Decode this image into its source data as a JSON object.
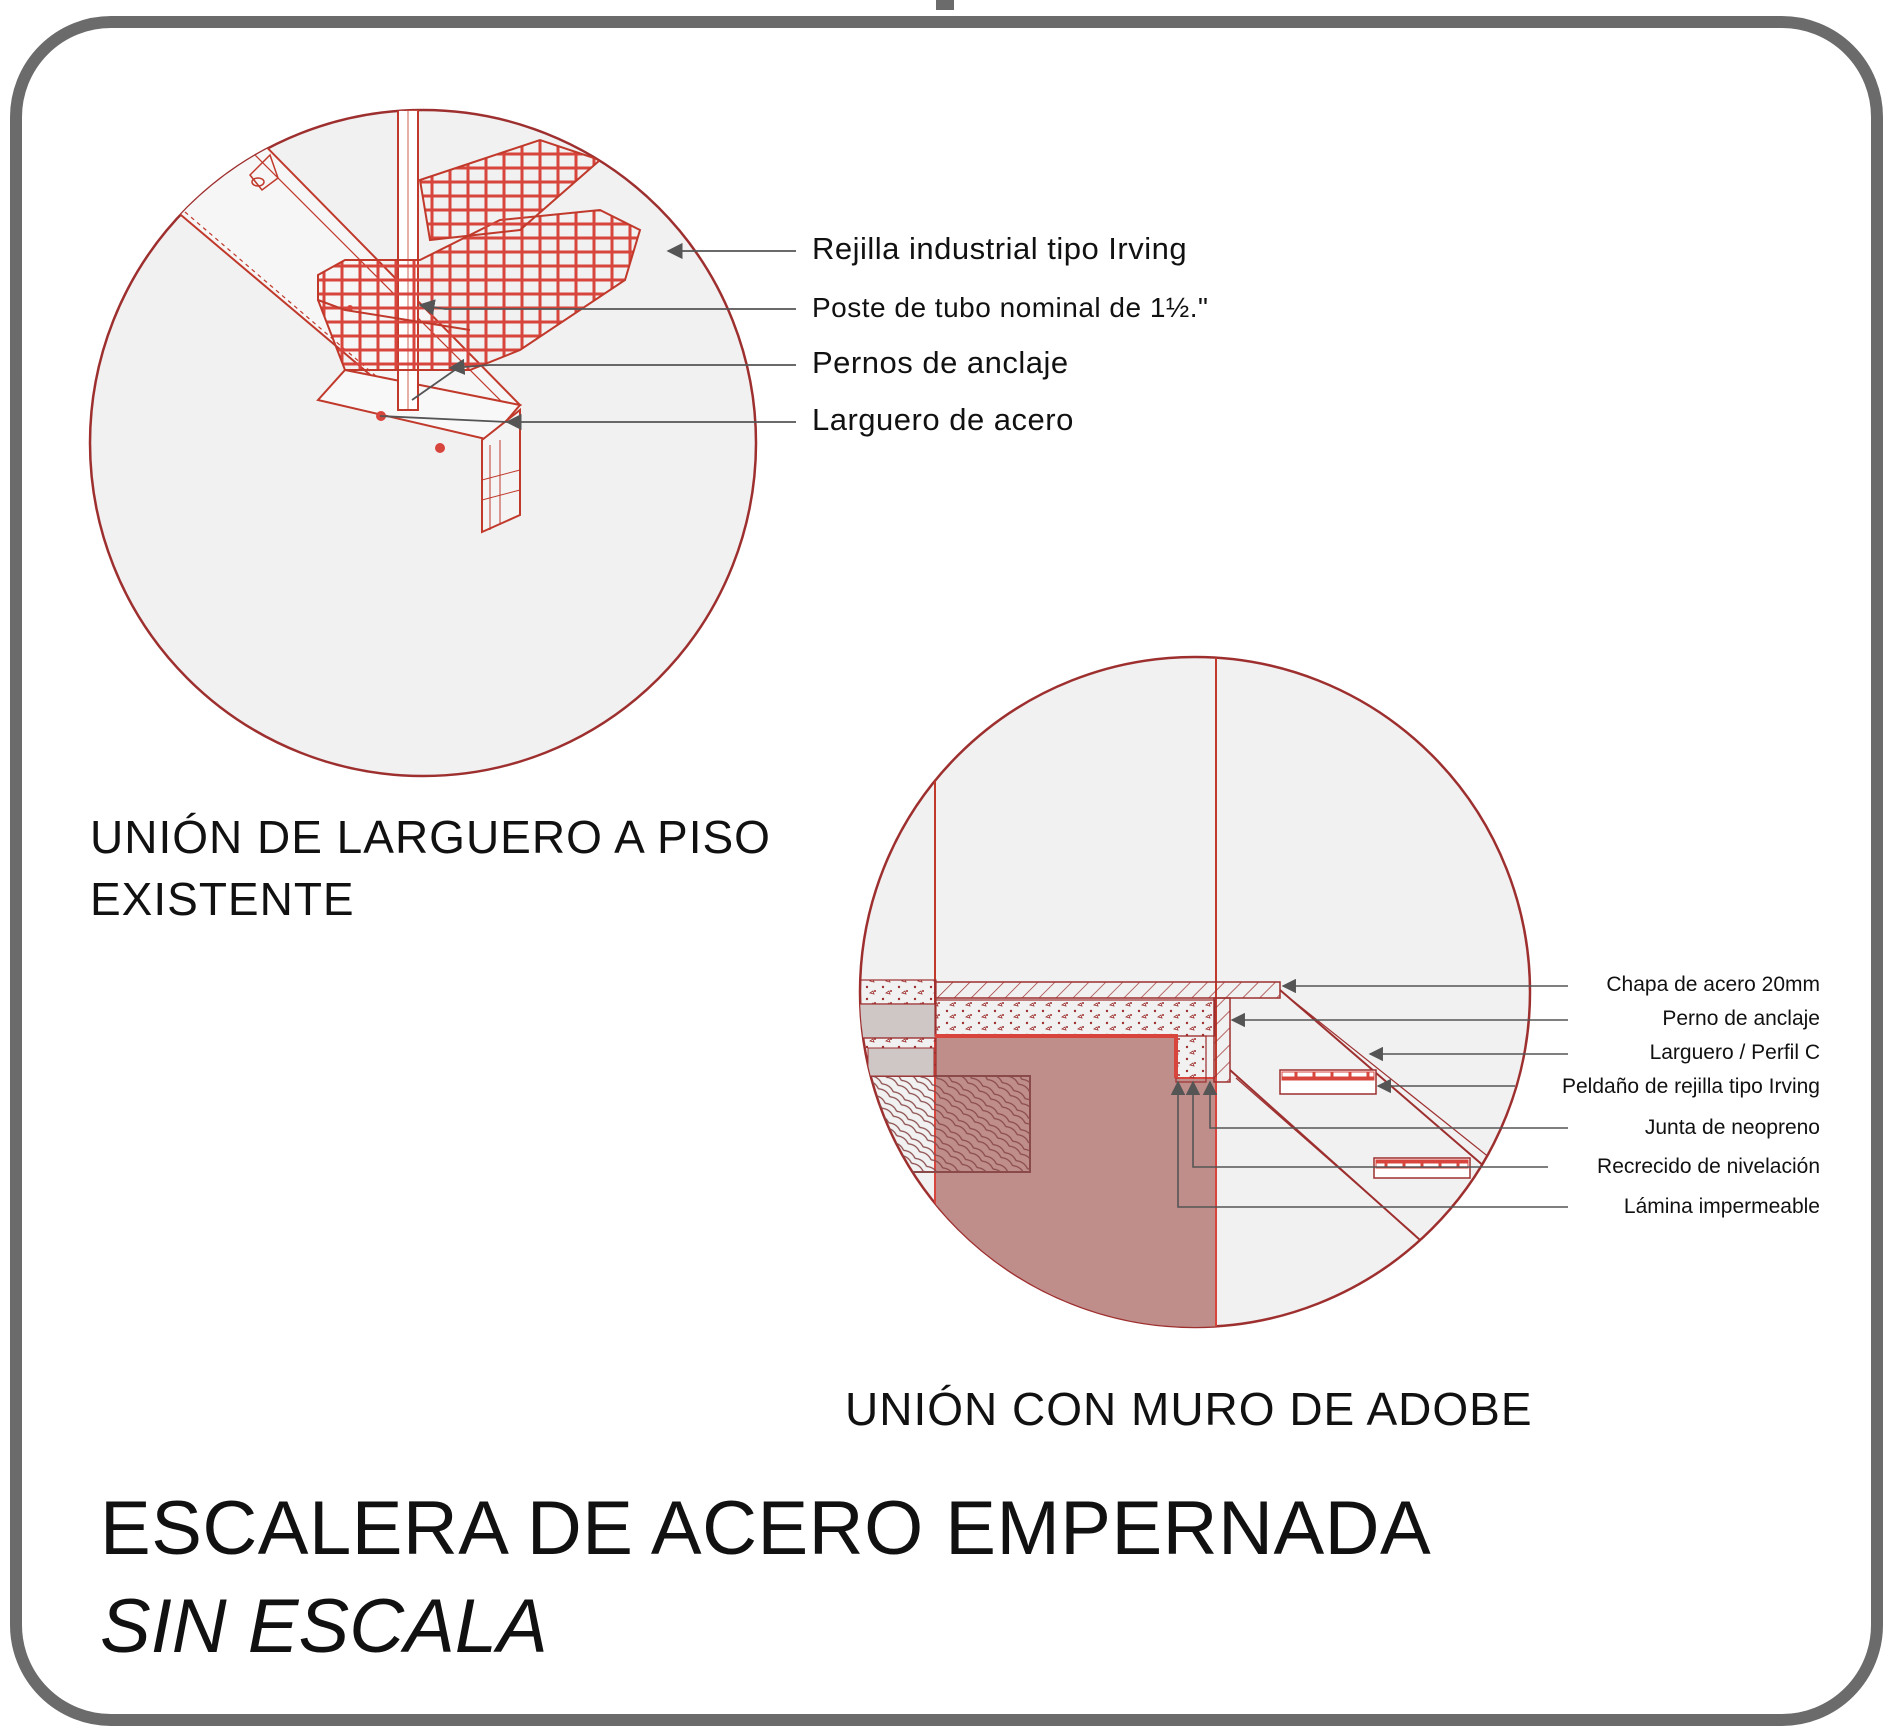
{
  "colors": {
    "frame": "#6b6b6b",
    "circle_fill": "#f1f1f1",
    "circle_stroke": "#9e2f2f",
    "red_line": "#d8453c",
    "adobe_wall": "#bf8e8b",
    "leader": "#555555",
    "text": "#111111"
  },
  "detail_1": {
    "callouts": [
      "Rejilla industrial tipo Irving",
      "Poste de tubo nominal de 1½.\"",
      "Pernos de anclaje",
      "Larguero de acero"
    ],
    "caption_line1": "UNIÓN DE LARGUERO A PISO",
    "caption_line2": "EXISTENTE"
  },
  "detail_2": {
    "callouts": [
      "Chapa de acero 20mm",
      "Perno de anclaje",
      "Larguero / Perfil C",
      "Peldaño de rejilla tipo Irving",
      "Junta de neopreno",
      "Recrecido de nivelación",
      "Lámina impermeable"
    ],
    "caption": "UNIÓN  CON MURO DE ADOBE"
  },
  "sheet": {
    "title": "ESCALERA DE ACERO EMPERNADA",
    "subtitle": "SIN ESCALA"
  }
}
